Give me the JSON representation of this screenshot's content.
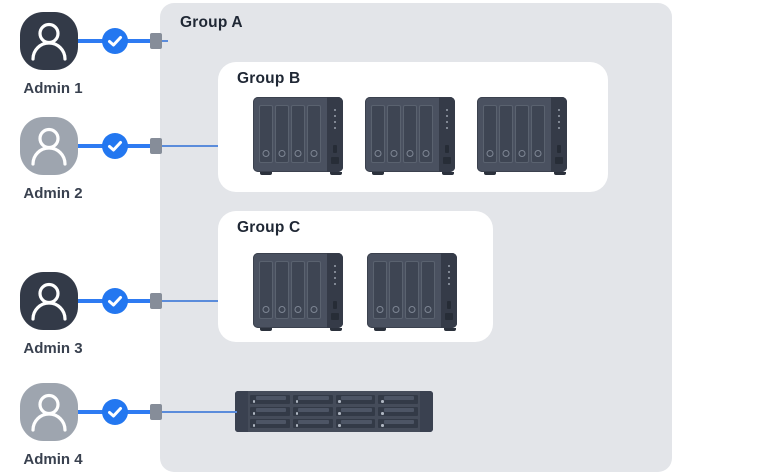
{
  "groups": {
    "a": {
      "label": "Group A"
    },
    "b": {
      "label": "Group B",
      "device_count": 3,
      "device_type": "4-bay desktop NAS"
    },
    "c": {
      "label": "Group C",
      "device_count": 2,
      "device_type": "4-bay desktop NAS"
    }
  },
  "users": [
    {
      "label": "Admin 1",
      "tone": "dark",
      "verified": true,
      "connects_to": "Group A"
    },
    {
      "label": "Admin 2",
      "tone": "gray",
      "verified": true,
      "connects_to": "Group B"
    },
    {
      "label": "Admin 3",
      "tone": "dark",
      "verified": true,
      "connects_to": "Group C"
    },
    {
      "label": "Admin 4",
      "tone": "gray",
      "verified": true,
      "connects_to": "Rackmount server"
    }
  ],
  "devices": {
    "tower": {
      "bays": 4,
      "leds": 4
    },
    "rack": {
      "rows": 3,
      "columns": 4
    }
  },
  "icons": {
    "user": "person-icon",
    "verified": "checkmark-badge-icon"
  },
  "colors": {
    "accent_blue": "#2e7bf2",
    "thin_line_blue": "#5b8cdb",
    "badge_blue": "#2377f0",
    "panel_gray": "#e3e5e9",
    "panel_white": "#ffffff",
    "title_text": "#1f2734",
    "label_text": "#39414f",
    "avatar_dark": "#333a48",
    "avatar_gray": "#9ea5af",
    "device_body": "#4a5160",
    "device_bay": "#3e4553",
    "device_side": "#353b48",
    "rack_body": "#454c5a",
    "rack_tray": "#333a47",
    "connector_tab": "#868d99"
  }
}
